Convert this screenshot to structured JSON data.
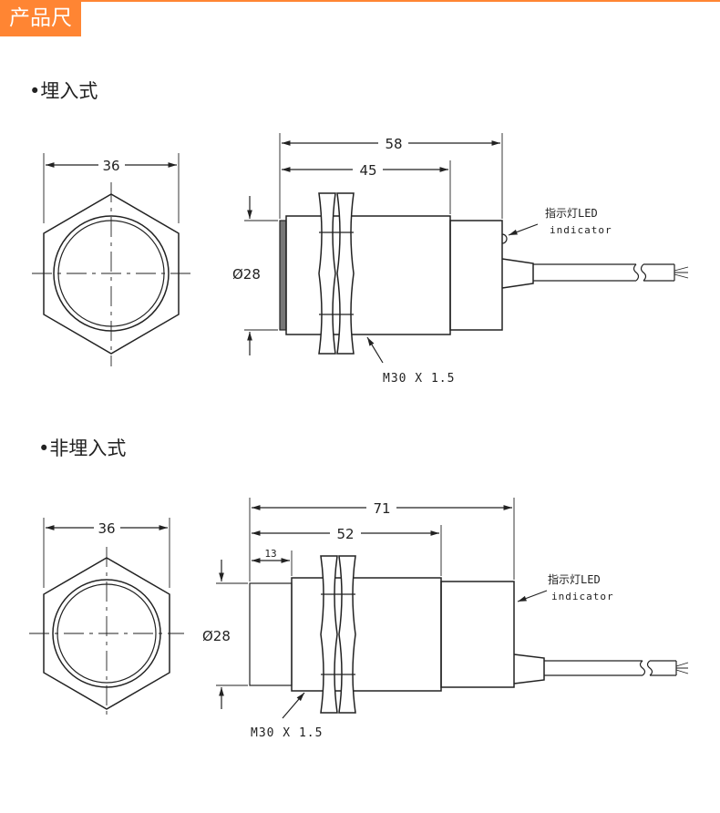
{
  "header": {
    "title": "产品尺寸",
    "accent_color": "#ff8533"
  },
  "sections": [
    {
      "title": "•埋入式",
      "hex_width": "36",
      "total_length": "58",
      "body_length": "45",
      "diameter": "Ø28",
      "thread": "M30 X 1.5",
      "led_label_cn": "指示灯LED",
      "led_label_en": "indicator"
    },
    {
      "title": "•非埋入式",
      "hex_width": "36",
      "total_length": "71",
      "body_length": "52",
      "head_length": "13",
      "diameter": "Ø28",
      "thread": "M30 X 1.5",
      "led_label_cn": "指示灯LED",
      "led_label_en": "indicator"
    }
  ]
}
